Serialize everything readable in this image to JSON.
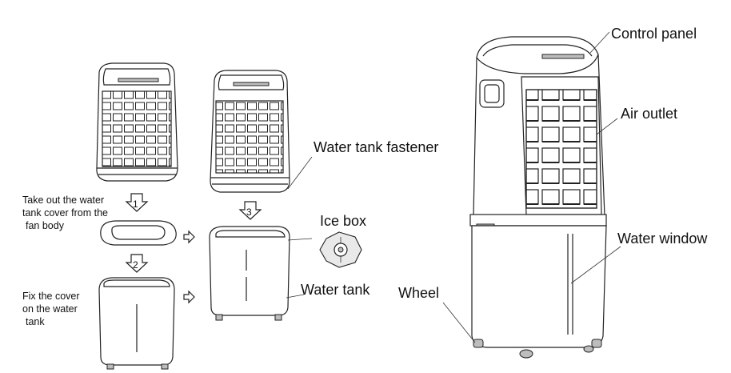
{
  "labels": {
    "control_panel": "Control panel",
    "air_outlet": "Air outlet",
    "water_tank_fastener": "Water tank fastener",
    "ice_box": "Ice box",
    "water_window": "Water window",
    "water_tank": "Water tank",
    "wheel": "Wheel"
  },
  "instructions": {
    "take_out": [
      "Take out the water",
      "tank cover from the",
      "fan body"
    ],
    "fix_cover": [
      "Fix the cover",
      "on the water",
      "tank"
    ]
  },
  "steps": [
    "1",
    "2",
    "3"
  ],
  "colors": {
    "line": "#222222",
    "background": "#ffffff"
  }
}
